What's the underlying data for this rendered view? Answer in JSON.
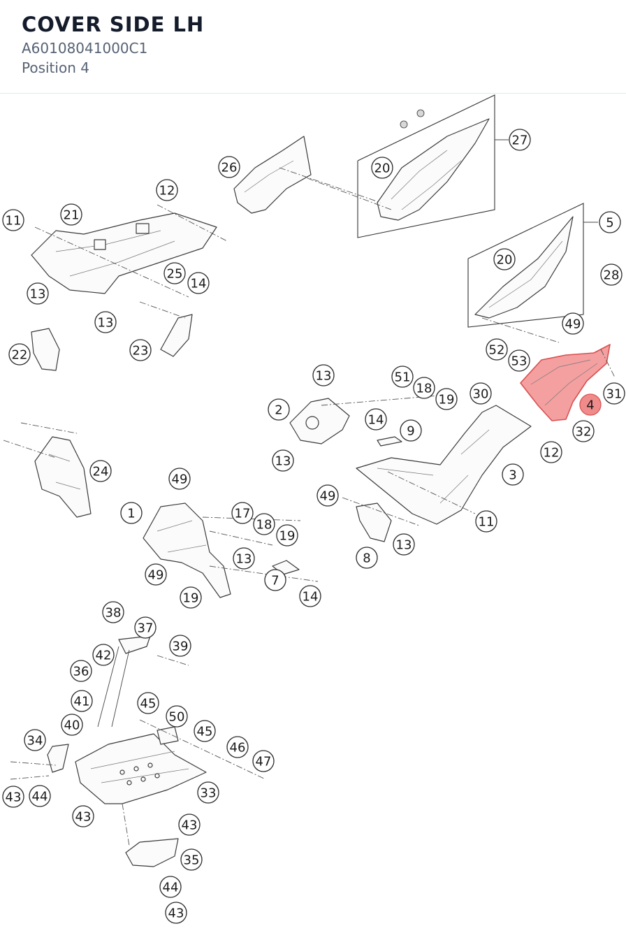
{
  "header": {
    "title": "COVER SIDE LH",
    "part_number": "A60108041000C1",
    "position_label": "Position 4"
  },
  "highlight_color": "#f08b8b",
  "callouts": [
    {
      "label": "27"
    },
    {
      "label": "26"
    },
    {
      "label": "20"
    },
    {
      "label": "5"
    },
    {
      "label": "20"
    },
    {
      "label": "28"
    },
    {
      "label": "49"
    },
    {
      "label": "52"
    },
    {
      "label": "53"
    },
    {
      "label": "31"
    },
    {
      "label": "4",
      "highlight": true
    },
    {
      "label": "32"
    },
    {
      "label": "12"
    },
    {
      "label": "11"
    },
    {
      "label": "21"
    },
    {
      "label": "25"
    },
    {
      "label": "14"
    },
    {
      "label": "13"
    },
    {
      "label": "13"
    },
    {
      "label": "22"
    },
    {
      "label": "23"
    },
    {
      "label": "13"
    },
    {
      "label": "51"
    },
    {
      "label": "18"
    },
    {
      "label": "19"
    },
    {
      "label": "30"
    },
    {
      "label": "2"
    },
    {
      "label": "14"
    },
    {
      "label": "9"
    },
    {
      "label": "13"
    },
    {
      "label": "12"
    },
    {
      "label": "3"
    },
    {
      "label": "24"
    },
    {
      "label": "49"
    },
    {
      "label": "1"
    },
    {
      "label": "17"
    },
    {
      "label": "18"
    },
    {
      "label": "19"
    },
    {
      "label": "49"
    },
    {
      "label": "11"
    },
    {
      "label": "13"
    },
    {
      "label": "8"
    },
    {
      "label": "13"
    },
    {
      "label": "49"
    },
    {
      "label": "7"
    },
    {
      "label": "14"
    },
    {
      "label": "19"
    },
    {
      "label": "38"
    },
    {
      "label": "37"
    },
    {
      "label": "39"
    },
    {
      "label": "42"
    },
    {
      "label": "36"
    },
    {
      "label": "41"
    },
    {
      "label": "45"
    },
    {
      "label": "40"
    },
    {
      "label": "50"
    },
    {
      "label": "45"
    },
    {
      "label": "34"
    },
    {
      "label": "46"
    },
    {
      "label": "47"
    },
    {
      "label": "33"
    },
    {
      "label": "43"
    },
    {
      "label": "44"
    },
    {
      "label": "43"
    },
    {
      "label": "43"
    },
    {
      "label": "35"
    },
    {
      "label": "44"
    },
    {
      "label": "43"
    }
  ]
}
